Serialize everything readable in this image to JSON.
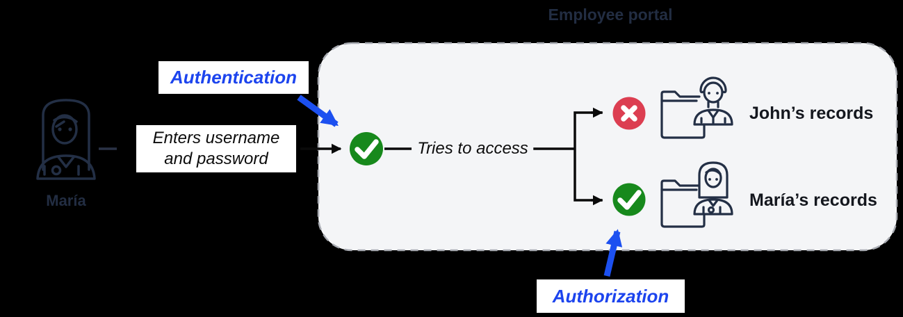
{
  "title": "Employee portal",
  "user": {
    "name": "María",
    "action": "Enters username and password"
  },
  "flow": {
    "authentication_label": "Authentication",
    "authorization_label": "Authorization",
    "tries_label": "Tries to access"
  },
  "records": [
    {
      "label": "John’s records",
      "access": "denied",
      "icon": "folder-man-icon"
    },
    {
      "label": "María’s records",
      "access": "granted",
      "icon": "folder-woman-icon"
    }
  ],
  "icons": {
    "maria-user-icon": "woman-outline",
    "authentication-success-icon": "check-circle",
    "access-denied-icon": "x-circle",
    "access-granted-icon": "check-circle"
  },
  "colors": {
    "accent_blue": "#1c44ee",
    "success_green": "#17891c",
    "denied_red": "#dc3e51",
    "outline_navy": "#232f45",
    "portal_fill": "#f4f5f7",
    "portal_border": "#a8abb2",
    "background": "#000000"
  }
}
